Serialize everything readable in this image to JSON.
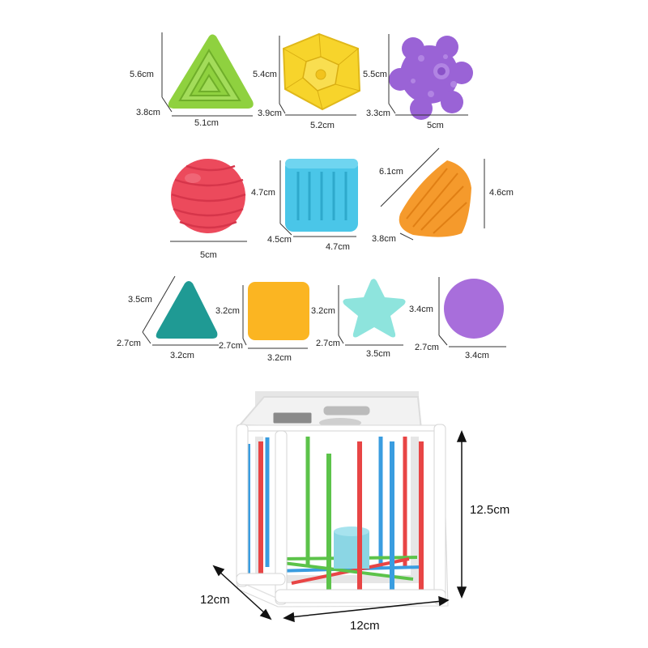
{
  "shapes": {
    "triangle_3d": {
      "height": "5.6cm",
      "depth": "3.8cm",
      "width": "5.1cm",
      "color": "#8fd13f"
    },
    "pentagon": {
      "height": "5.4cm",
      "depth": "3.9cm",
      "width": "5.2cm",
      "color": "#f7d42b"
    },
    "flower": {
      "height": "5.5cm",
      "depth": "3.3cm",
      "width": "5cm",
      "color": "#9a63d6"
    },
    "ball": {
      "width": "5cm",
      "color": "#ec4a5c"
    },
    "cube": {
      "height": "4.7cm",
      "depth": "4.5cm",
      "width": "4.7cm",
      "color": "#4ac6e8"
    },
    "shell": {
      "length": "6.1cm",
      "height": "4.6cm",
      "depth": "3.8cm",
      "color": "#f59a2c"
    },
    "flat_triangle": {
      "height": "3.5cm",
      "depth": "2.7cm",
      "width": "3.2cm",
      "color": "#1f9a94"
    },
    "flat_square": {
      "height": "3.2cm",
      "depth": "2.7cm",
      "width": "3.2cm",
      "color": "#fbb522"
    },
    "flat_star": {
      "height": "3.2cm",
      "depth": "2.7cm",
      "width": "3.5cm",
      "color": "#8ee4dd"
    },
    "flat_circle": {
      "height": "3.4cm",
      "depth": "2.7cm",
      "width": "3.4cm",
      "color": "#a86edb"
    }
  },
  "cube_toy": {
    "height": "12.5cm",
    "depth": "12cm",
    "width": "12cm",
    "frame_color": "#ffffff",
    "band_colors": [
      "#e84545",
      "#3a9de0",
      "#5cc34a"
    ]
  }
}
